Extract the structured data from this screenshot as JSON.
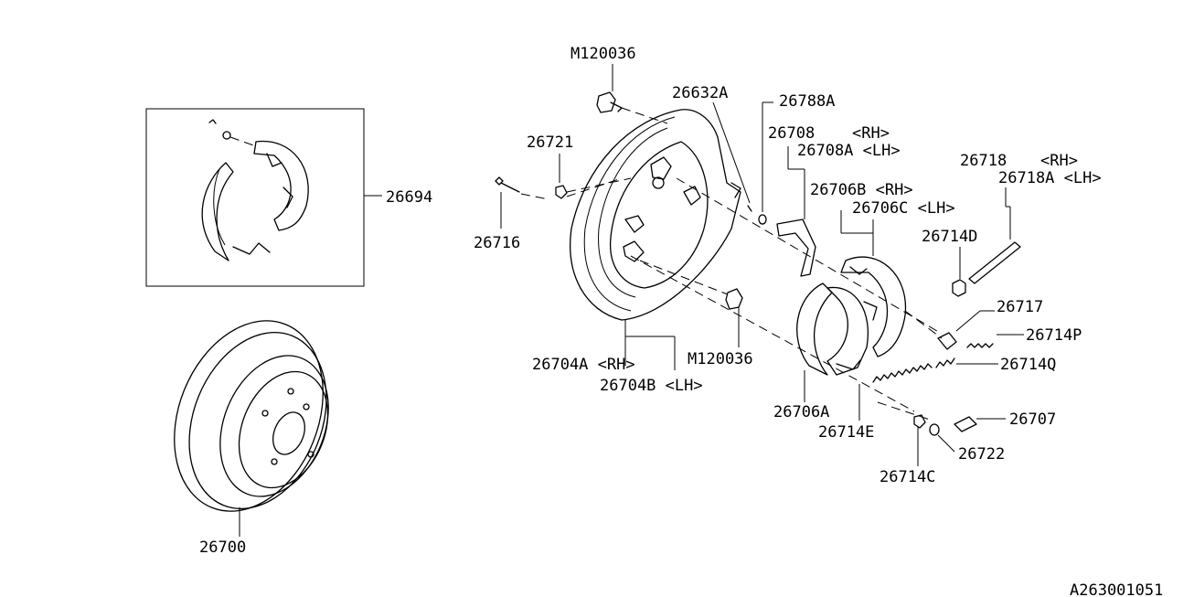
{
  "labels": {
    "m120036_top": "M120036",
    "p26632a": "26632A",
    "p26788a": "26788A",
    "p26708": "26708",
    "p26708_side": "<RH>",
    "p26708a": "26708A <LH>",
    "p26721": "26721",
    "p26694": "26694",
    "p26716": "26716",
    "p26718": "26718",
    "p26718_side": "<RH>",
    "p26718a": "26718A <LH>",
    "p26706b": "26706B <RH>",
    "p26706c": "26706C <LH>",
    "p26714d": "26714D",
    "p26717": "26717",
    "p26714p": "26714P",
    "p26714q": "26714Q",
    "m120036_mid": "M120036",
    "p26704a": "26704A <RH>",
    "p26704b": "26704B <LH>",
    "p26706a": "26706A",
    "p26714e": "26714E",
    "p26707": "26707",
    "p26722": "26722",
    "p26714c": "26714C",
    "p26700": "26700"
  },
  "reference_code": "A263001051"
}
